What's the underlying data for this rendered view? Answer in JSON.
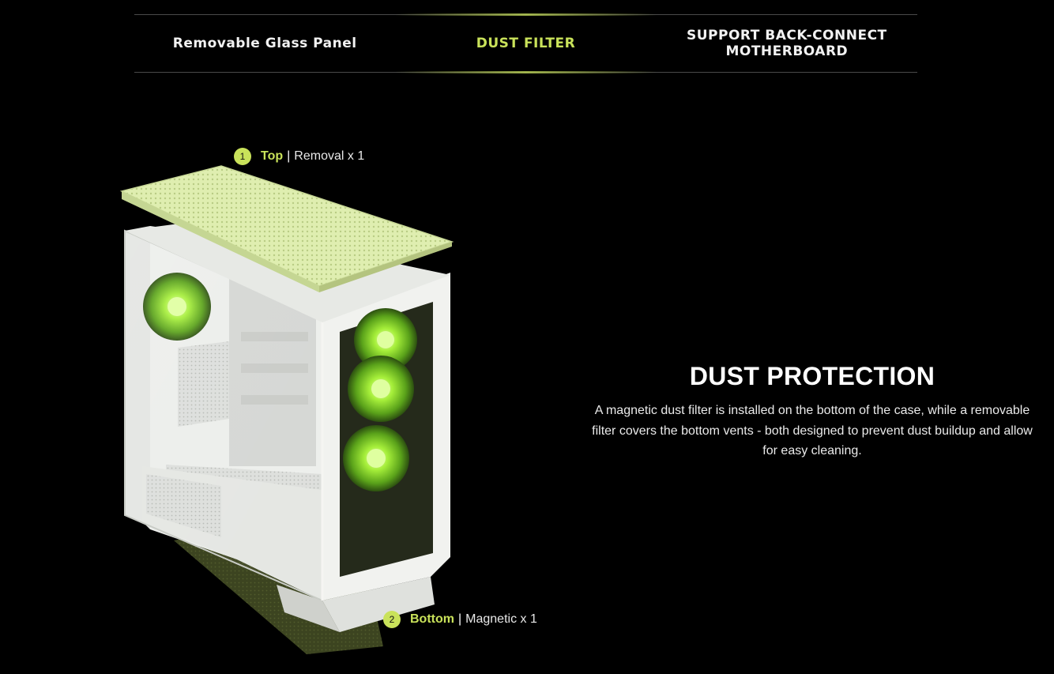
{
  "tabs": [
    {
      "label": "Removable Glass Panel",
      "active": false
    },
    {
      "label": "DUST FILTER",
      "active": true
    },
    {
      "label": "SUPPORT BACK-CONNECT\nMOTHERBOARD",
      "active": false
    }
  ],
  "callouts": {
    "top": {
      "number": "1",
      "name": "Top",
      "separator": "|",
      "detail": "Removal x 1"
    },
    "bottom": {
      "number": "2",
      "name": "Bottom",
      "separator": "|",
      "detail": "Magnetic x 1"
    }
  },
  "content": {
    "heading": "DUST PROTECTION",
    "description": "A magnetic dust filter is installed on the bottom of the case, while a removable filter covers the bottom vents - both designed to prevent dust buildup and allow for easy cleaning."
  },
  "colors": {
    "accent": "#c9e25a",
    "background": "#000000",
    "text": "#ffffff",
    "case_body": "#e9ebe8",
    "filter_top": "#dfeeb0",
    "filter_bottom": "#3c4420",
    "fan_glow": "#8fe020"
  }
}
